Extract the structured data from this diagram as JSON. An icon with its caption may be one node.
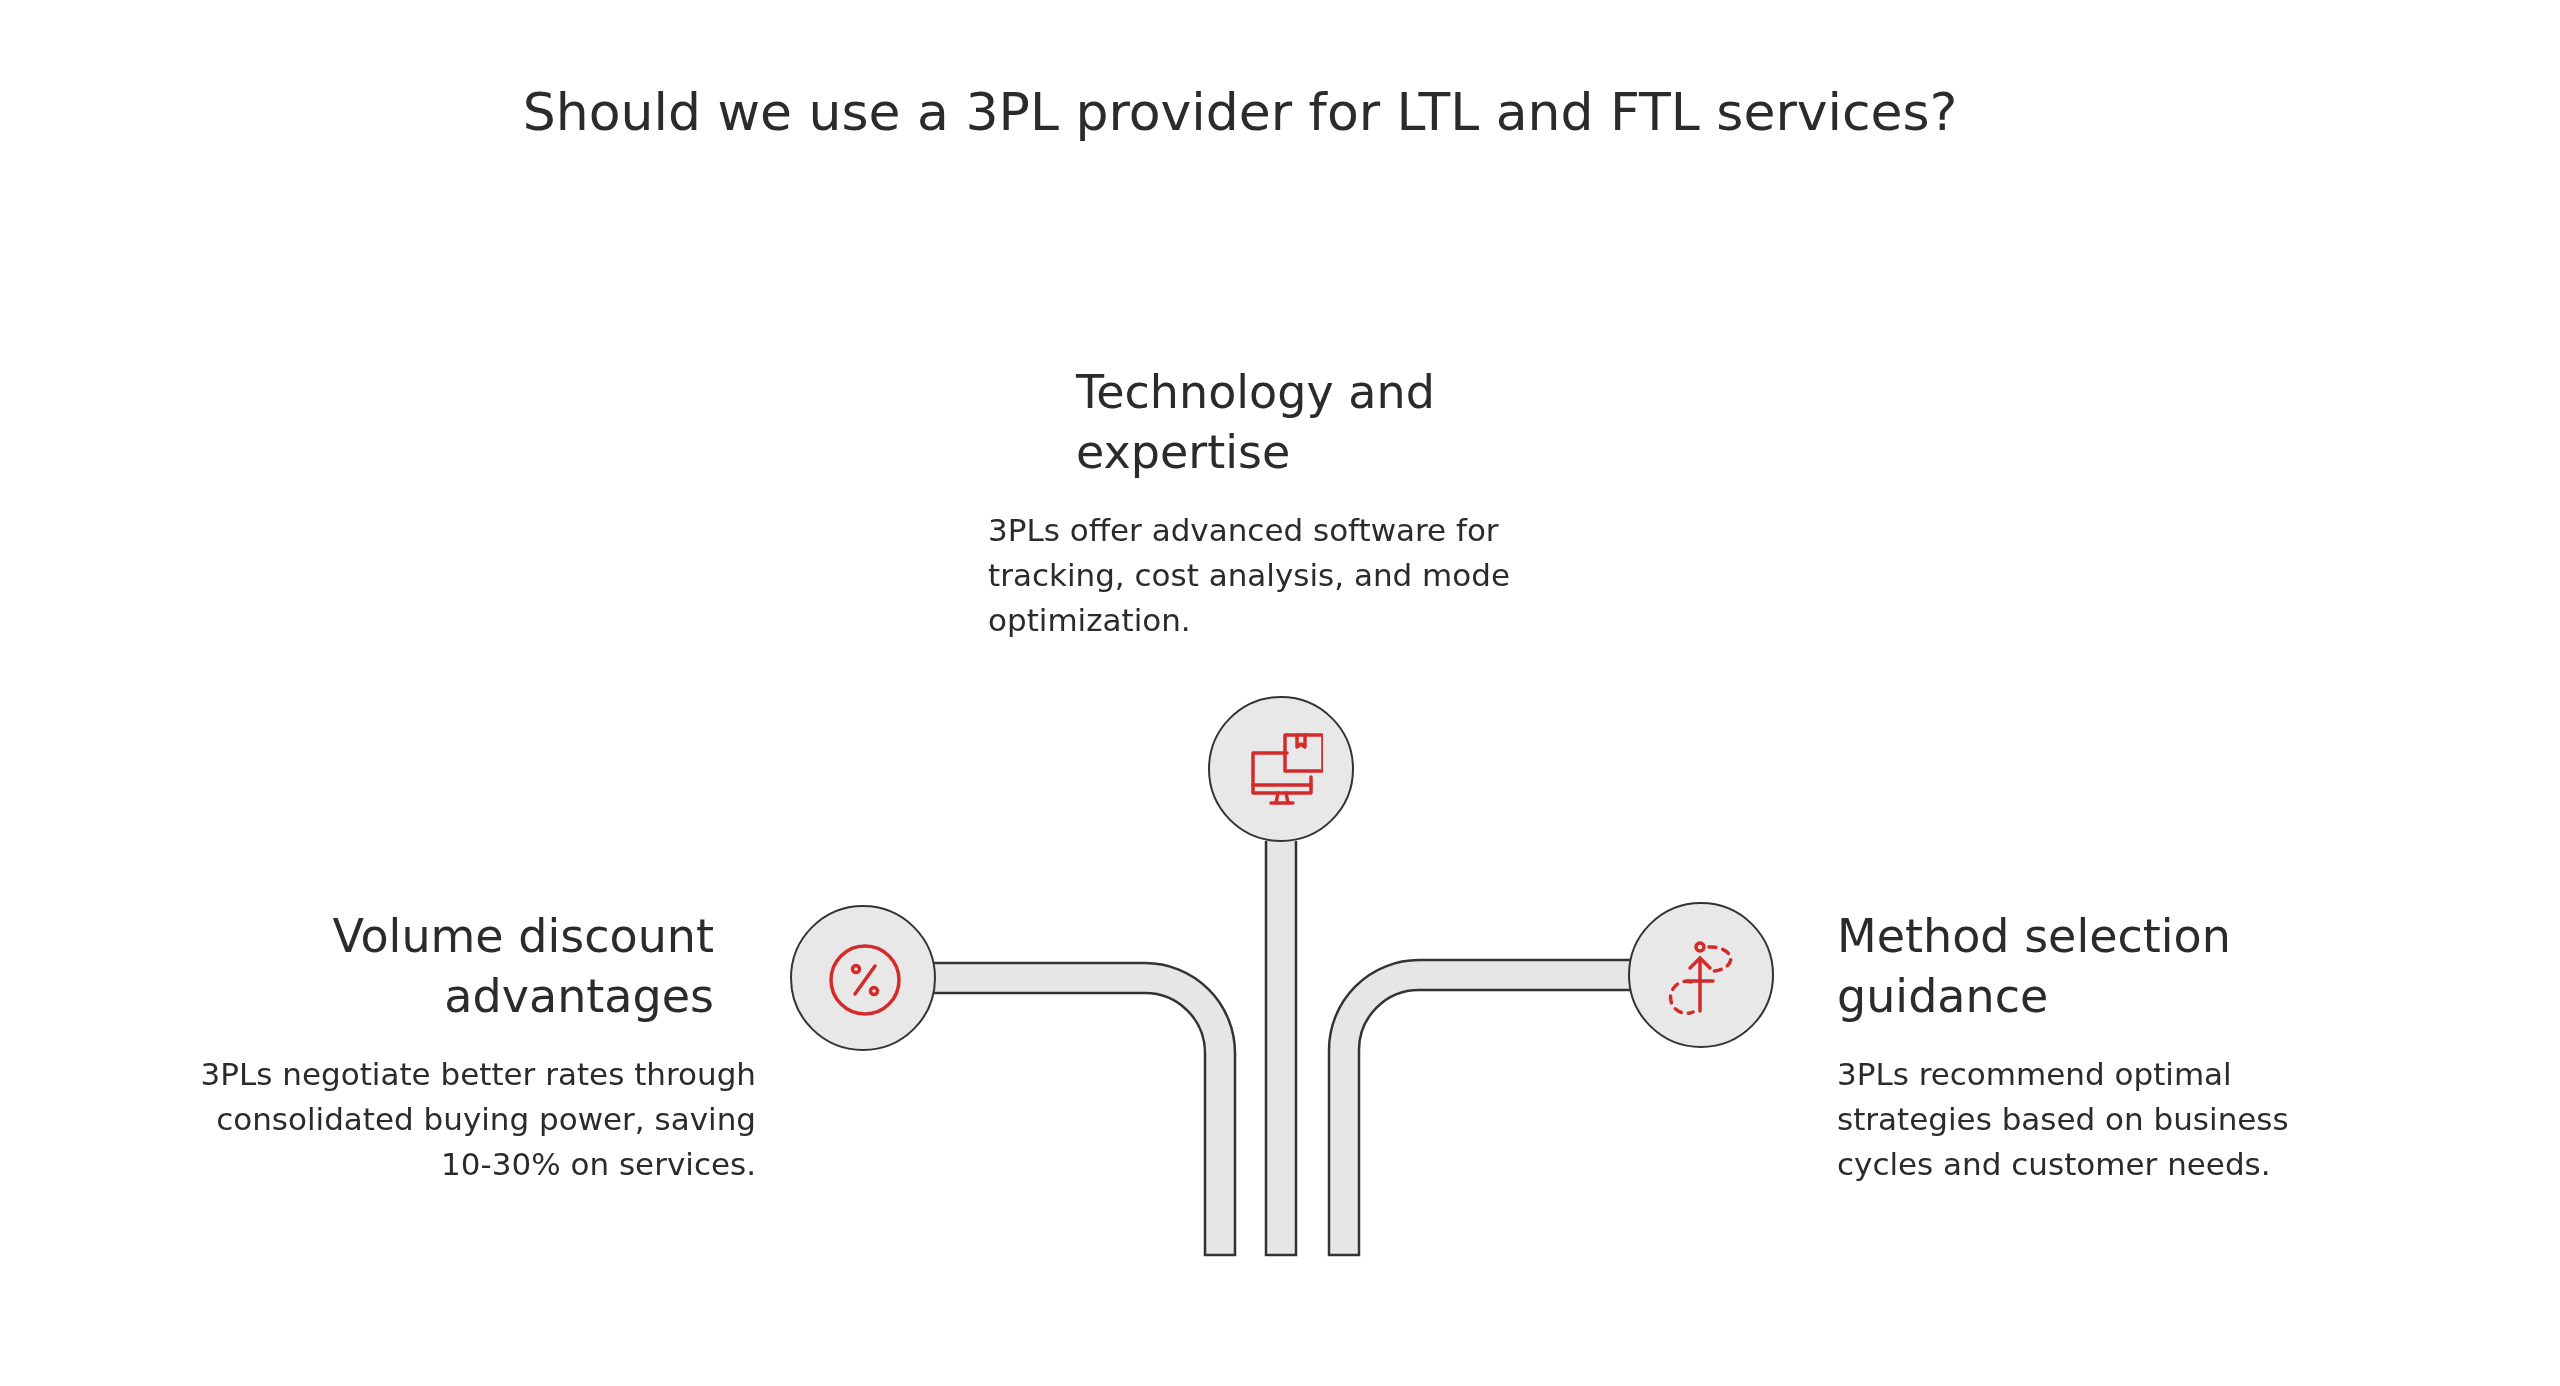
{
  "diagram": {
    "title": "Should we use a 3PL provider for LTL and FTL services?",
    "nodes": [
      {
        "text": [
          "Technology and expertise",
          "3PLs offer advanced software for tracking, cost analysis, and mode optimization."
        ]
      },
      {
        "text": [
          "Volume discount advantages",
          "3PLs negotiate better rates through consolidated buying power, saving 10-30% on services."
        ]
      },
      {
        "text": [
          "Method selection guidance",
          "3PLs recommend optimal strategies based on business cycles and customer needs."
        ]
      }
    ],
    "edges": [
      {
        "from": 1,
        "to": null,
        "arrow": "none"
      },
      {
        "from": 0,
        "to": null,
        "arrow": "none"
      },
      {
        "from": 2,
        "to": null,
        "arrow": "none"
      }
    ]
  }
}
